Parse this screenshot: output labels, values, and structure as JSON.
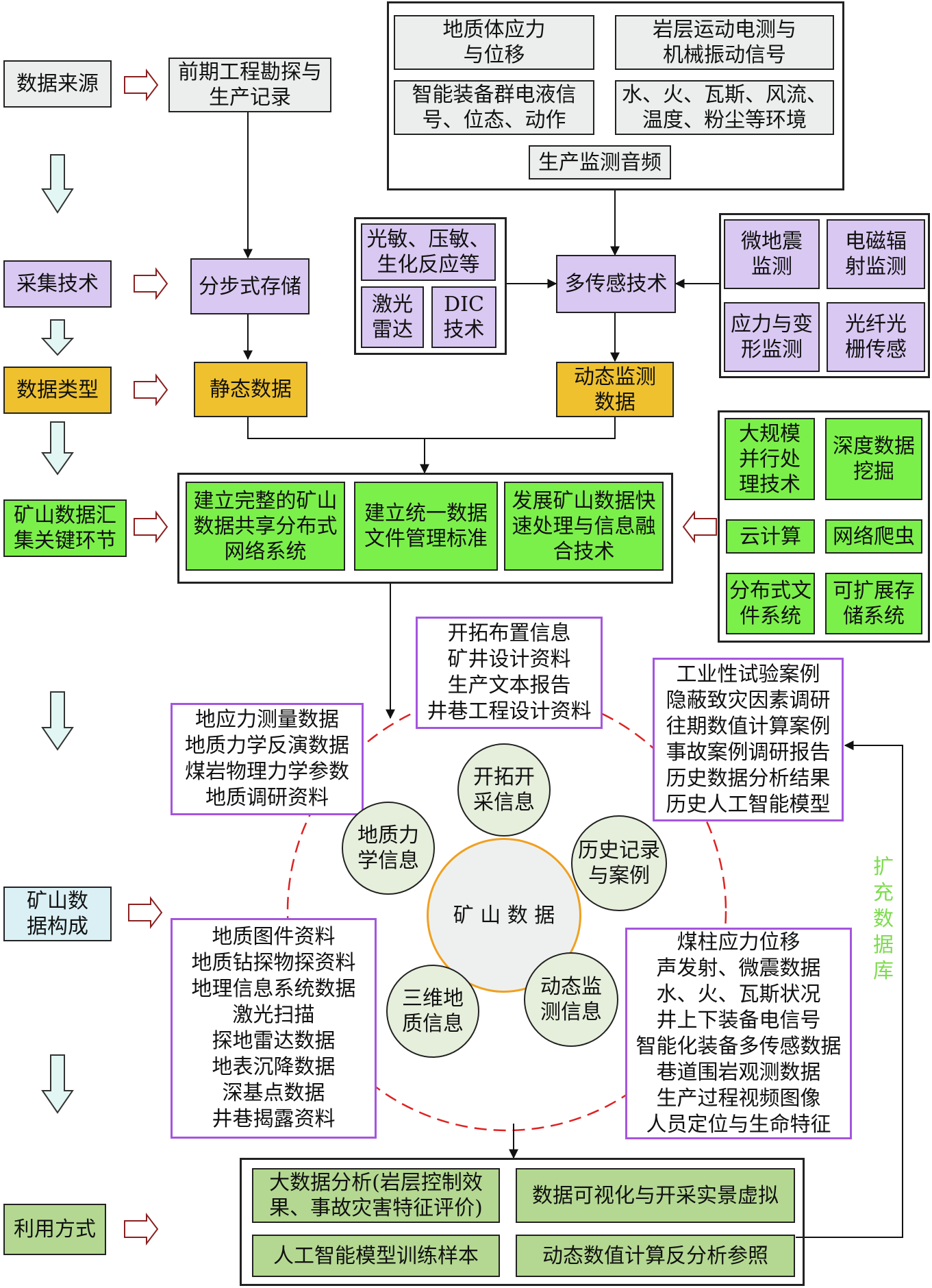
{
  "stages": {
    "source": "数据来源",
    "collect": "采集技术",
    "type": "数据类型",
    "aggregate": "矿山数据汇\n集关键环节",
    "composition": "矿山数\n据构成",
    "usage": "利用方式"
  },
  "source": {
    "early_survey": "前期工程勘探与\n生产记录",
    "items": [
      "地质体应力\n与位移",
      "岩层运动电测与\n机械振动信号",
      "智能装备群电液信\n号、位态、动作",
      "水、火、瓦斯、风流、\n温度、粉尘等环境",
      "生产监测音频"
    ]
  },
  "collect": {
    "stepwise_storage": "分步式存储",
    "multi_sensor": "多传感技术",
    "left_sensors": [
      "光敏、压敏、\n生化反应等",
      "激光\n雷达",
      "DIC\n技术"
    ],
    "right_sensors": [
      "微地震\n监测",
      "电磁辐\n射监测",
      "应力与变\n形监测",
      "光纤光\n栅传感"
    ]
  },
  "type": {
    "static": "静态数据",
    "dynamic": "动态监测\n数据"
  },
  "aggregate": {
    "items": [
      "建立完整的矿山\n数据共享分布式\n网络系统",
      "建立统一数据\n文件管理标准",
      "发展矿山数据快\n速处理与信息融\n合技术"
    ],
    "tech": [
      "大规模\n并行处\n理技术",
      "深度数据\n挖掘",
      "云计算",
      "网络爬虫",
      "分布式文\n件系统",
      "可扩展存\n储系统"
    ]
  },
  "composition": {
    "center": "矿 山 数 据",
    "satellites": [
      "开拓开\n采信息",
      "地质力\n学信息",
      "历史记录\n与案例",
      "三维地\n质信息",
      "动态监\n测信息"
    ],
    "top_box": "开拓布置信息\n矿井设计资料\n生产文本报告\n井巷工程设计资料",
    "left_box": "地应力测量数据\n地质力学反演数据\n煤岩物理力学参数\n地质调研资料",
    "right_box": "工业性试验案例\n隐蔽致灾因素调研\n往期数值计算案例\n事故案例调研报告\n历史数据分析结果\n历史人工智能模型",
    "bottom_left_box": "地质图件资料\n地质钻探物探资料\n地理信息系统数据\n激光扫描\n探地雷达数据\n地表沉降数据\n深基点数据\n井巷揭露资料",
    "bottom_right_box": "煤柱应力位移\n声发射、微震数据\n水、火、瓦斯状况\n井上下装备电信号\n智能化装备多传感数据\n巷道围岩观测数据\n生产过程视频图像\n人员定位与生命特征",
    "expand_db": "扩\n充\n数\n据\n库"
  },
  "usage": {
    "items": [
      "大数据分析(岩层控制效\n果、事故灾害特征评价)",
      "数据可视化与开采实景虚拟",
      "人工智能模型训练样本",
      "动态数值计算反分析参照"
    ]
  },
  "colors": {
    "gray": "#eceeee",
    "purple": "#d9c8f2",
    "gold": "#efc12f",
    "green": "#7cf04a",
    "sage": "#b4d891",
    "light_blue": "#dbf0f5",
    "frame_purple": "#a455dd",
    "dashed_red": "#dd2222",
    "orange_ring": "#f0a020",
    "label_green": "#7ddc4e"
  }
}
